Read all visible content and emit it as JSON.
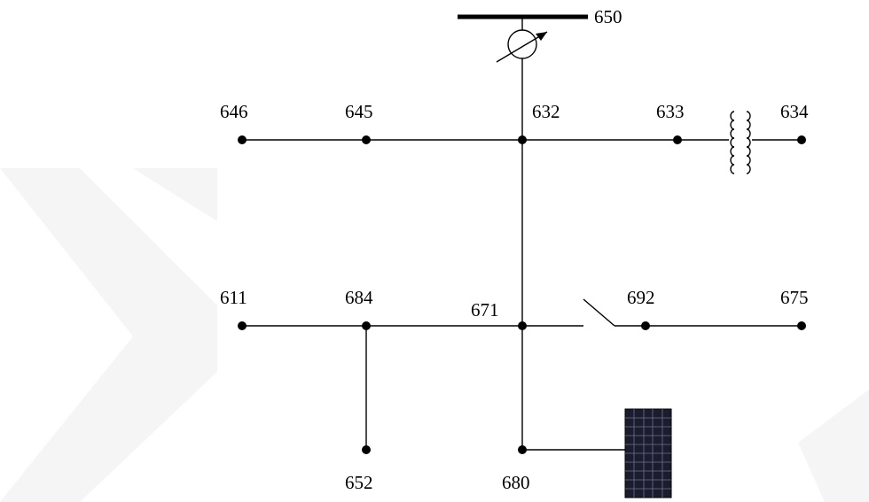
{
  "nodes": {
    "n650": "650",
    "n646": "646",
    "n645": "645",
    "n632": "632",
    "n633": "633",
    "n634": "634",
    "n611": "611",
    "n684": "684",
    "n671": "671",
    "n692": "692",
    "n675": "675",
    "n652": "652",
    "n680": "680"
  },
  "icons": {
    "regulator": "voltage-regulator-icon",
    "transformer": "transformer-icon",
    "switch": "switch-icon",
    "pv": "solar-panel-icon"
  },
  "colors": {
    "line": "#000000",
    "background": "#ffffff",
    "watermark": "#ececec"
  }
}
